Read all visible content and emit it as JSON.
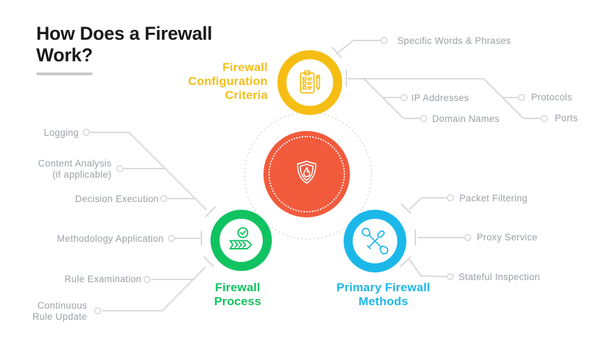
{
  "title": "How Does a Firewall Work?",
  "colors": {
    "orange": "#F15B3C",
    "yellow": "#F6BE14",
    "green": "#10C360",
    "cyan": "#1CB7E9",
    "line": "#D9D9DB",
    "label_gray": "#9BA0A9",
    "title_black": "#191919"
  },
  "center_node": {
    "icon": "shield-flame-icon"
  },
  "nodes": {
    "configuration": {
      "label": "Firewall Configuration Criteria",
      "icon": "clipboard-checklist-pen-icon",
      "color": "#F6BE14",
      "items": {
        "specific_words": "Specific Words & Phrases",
        "ip_addresses": "IP Addresses",
        "domain_names": "Domain Names",
        "protocols": "Protocols",
        "ports": "Ports"
      }
    },
    "process": {
      "label": "Firewall Process",
      "icon": "checkmark-chevron-flow-icon",
      "color": "#10C360",
      "items": {
        "logging": "Logging",
        "content_analysis": "Content Analysis (if applicable)",
        "decision_execution": "Decision Execution",
        "methodology_application": "Methodology Application",
        "rule_examination": "Rule Examination",
        "continuous_rule_update": "Continuous Rule Update"
      }
    },
    "methods": {
      "label": "Primary Firewall Methods",
      "icon": "wrench-screwdriver-icon",
      "color": "#1CB7E9",
      "items": {
        "packet_filtering": "Packet Filtering",
        "proxy_service": "Proxy Service",
        "stateful_inspection": "Stateful Inspection"
      }
    }
  }
}
